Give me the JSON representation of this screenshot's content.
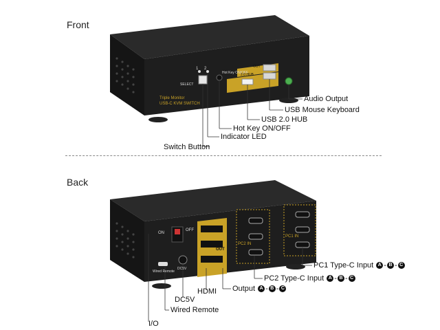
{
  "front": {
    "title": "Front",
    "callouts": {
      "audio_output": "Audio Output",
      "usb_mouse_keyboard": "USB Mouse Keyboard",
      "usb_hub": "USB 2.0 HUB",
      "hot_key": "Hot Key ON/OFF",
      "indicator_led": "Indicator LED",
      "switch_button": "Switch Button"
    },
    "panel_text": {
      "select": "SELECT",
      "hot_key": "Hot Key ON/OFF",
      "out": "OUT",
      "hub": "2.0 HUB",
      "brand_line1": "Triple Monitor",
      "brand_line2": "USB-C KVM SWITCH",
      "led1": "1",
      "led2": "2"
    }
  },
  "back": {
    "title": "Back",
    "callouts": {
      "pc1": "PC1 Type-C Input",
      "pc2": "PC2 Type-C Input",
      "output": "Output",
      "hdmi": "HDMI",
      "dc5v": "DC5V",
      "wired_remote": "Wired Remote",
      "io": "I/O",
      "letters": [
        "A",
        "B",
        "C"
      ]
    },
    "panel_text": {
      "on": "ON",
      "off": "OFF",
      "out": "OUT",
      "pc1_in": "PC1 IN",
      "pc2_in": "PC2 IN",
      "dc5v": "DC5V",
      "wired_remote": "Wired Remote"
    }
  },
  "colors": {
    "body": "#1b1b1b",
    "gold": "#c9a227",
    "led_green": "#4caf50"
  }
}
